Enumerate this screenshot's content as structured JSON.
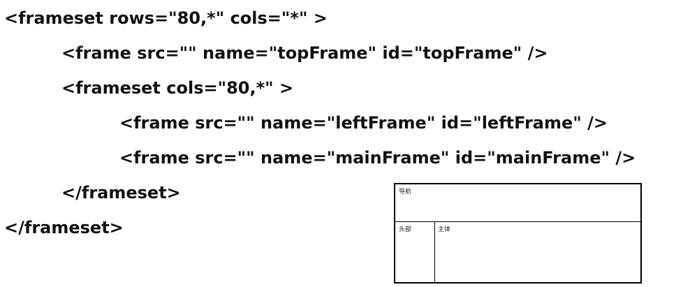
{
  "code": {
    "lines": [
      "<frameset rows=\"80,*\" cols=\"*\" >",
      "<frame src=\"\" name=\"topFrame\" id=\"topFrame\" />",
      "<frameset cols=\"80,*\" >",
      "<frame src=\"\" name=\"leftFrame\" id=\"leftFrame\" />",
      "<frame src=\"\" name=\"mainFrame\" id=\"mainFrame\" />",
      "</frameset>",
      "</frameset>"
    ]
  },
  "diagram": {
    "top_label": "导航",
    "left_label": "头部",
    "main_label": "主体"
  }
}
